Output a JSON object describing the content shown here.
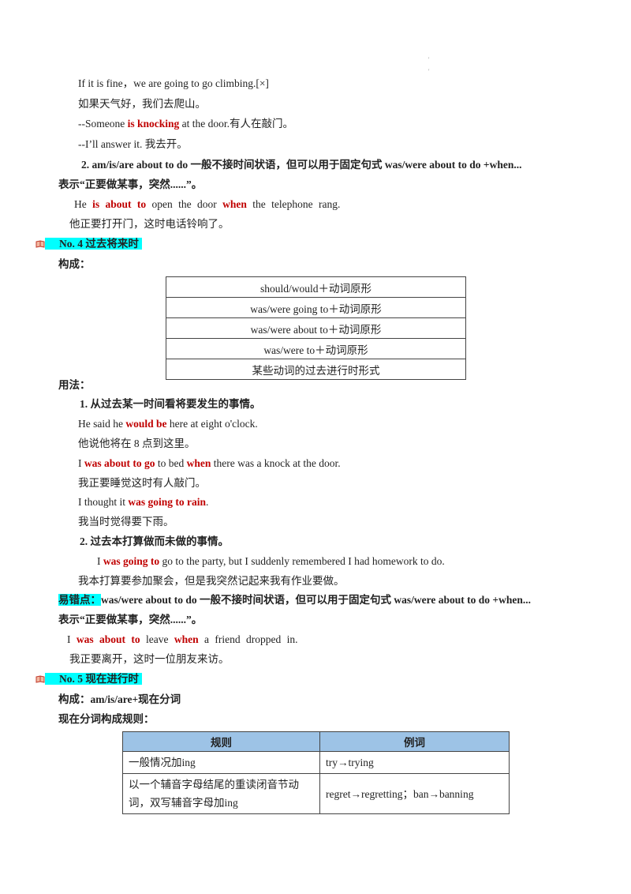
{
  "top_dots": [
    "'",
    "'"
  ],
  "lines": {
    "l1": "If it is fine，we are going to go  climbing.[×]",
    "l2": "如果天气好，我们去爬山。",
    "l3a": "--Someone ",
    "l3b": "is knocking",
    "l3c": " at  the  door.有人在敲门。",
    "l4": "--I’ll  answer  it.  我去开。",
    "l5": "2.  am/is/are  about  to  do  一般不接时间状语，但可以用于固定句式 was/were  about  to  do  +when...",
    "l6": "表示“正要做某事，突然......”。",
    "l7a": "He ",
    "l7b": "is about to",
    "l7c": " open  the  door ",
    "l7d": "when",
    "l7e": " the  telephone  rang.",
    "l8": "他正要打开门，这时电话铃响了。",
    "no4": "No. 4      过去将来时",
    "goucheng1": "构成：",
    "yongfa": "用法：",
    "u1": "1.  从过去某一时间看将要发生的事情。",
    "u2a": "He said he ",
    "u2b": "would be",
    "u2c": " here at eight o'clock.",
    "u3": "他说他将在 8 点到这里。",
    "u4a": "I ",
    "u4b": "was about to go",
    "u4c": " to bed ",
    "u4d": "when",
    "u4e": " there was a knock at the door.",
    "u5": "我正要睡觉这时有人敲门。",
    "u6a": "I thought it ",
    "u6b": "was going to rain",
    "u6c": ".",
    "u7": "我当时觉得要下雨。",
    "u8": "2.  过去本打算做而未做的事情。",
    "u9a": "I ",
    "u9b": "was going to",
    "u9c": " go to the party, but I suddenly remembered I had homework to do.",
    "u10": "我本打算要参加聚会，但是我突然记起来我有作业要做。",
    "yc_label": "易错点：",
    "yc_text": "was/were  about  to  do  一般不接时间状语，但可以用于固定句式 was/were  about  to  do  +when...",
    "yc2": "表示“正要做某事，突然......”。",
    "yc3a": "I ",
    "yc3b": "was  about  to",
    "yc3c": " leave ",
    "yc3d": "when",
    "yc3e": " a  friend  dropped  in.",
    "yc4": "我正要离开，这时一位朋友来访。",
    "no5": "No. 5      现在进行时",
    "gc5": "构成：am/is/are+现在分词",
    "gc5b": "现在分词构成规则："
  },
  "table1": [
    "should/would＋动词原形",
    "was/were going to＋动词原形",
    "was/were about to＋动词原形",
    "was/were to＋动词原形",
    "某些动词的过去进行时形式"
  ],
  "table2": {
    "headers": [
      "规则",
      "例词"
    ],
    "rows": [
      [
        "一般情况加ing",
        "try→trying"
      ],
      [
        "以一个辅音字母结尾的重读闭音节动词，双写辅音字母加ing",
        "regret→regretting；ban→banning"
      ]
    ]
  },
  "colors": {
    "highlight": "#00ffff",
    "red": "#c00000",
    "table_header": "#9dc3e6"
  }
}
